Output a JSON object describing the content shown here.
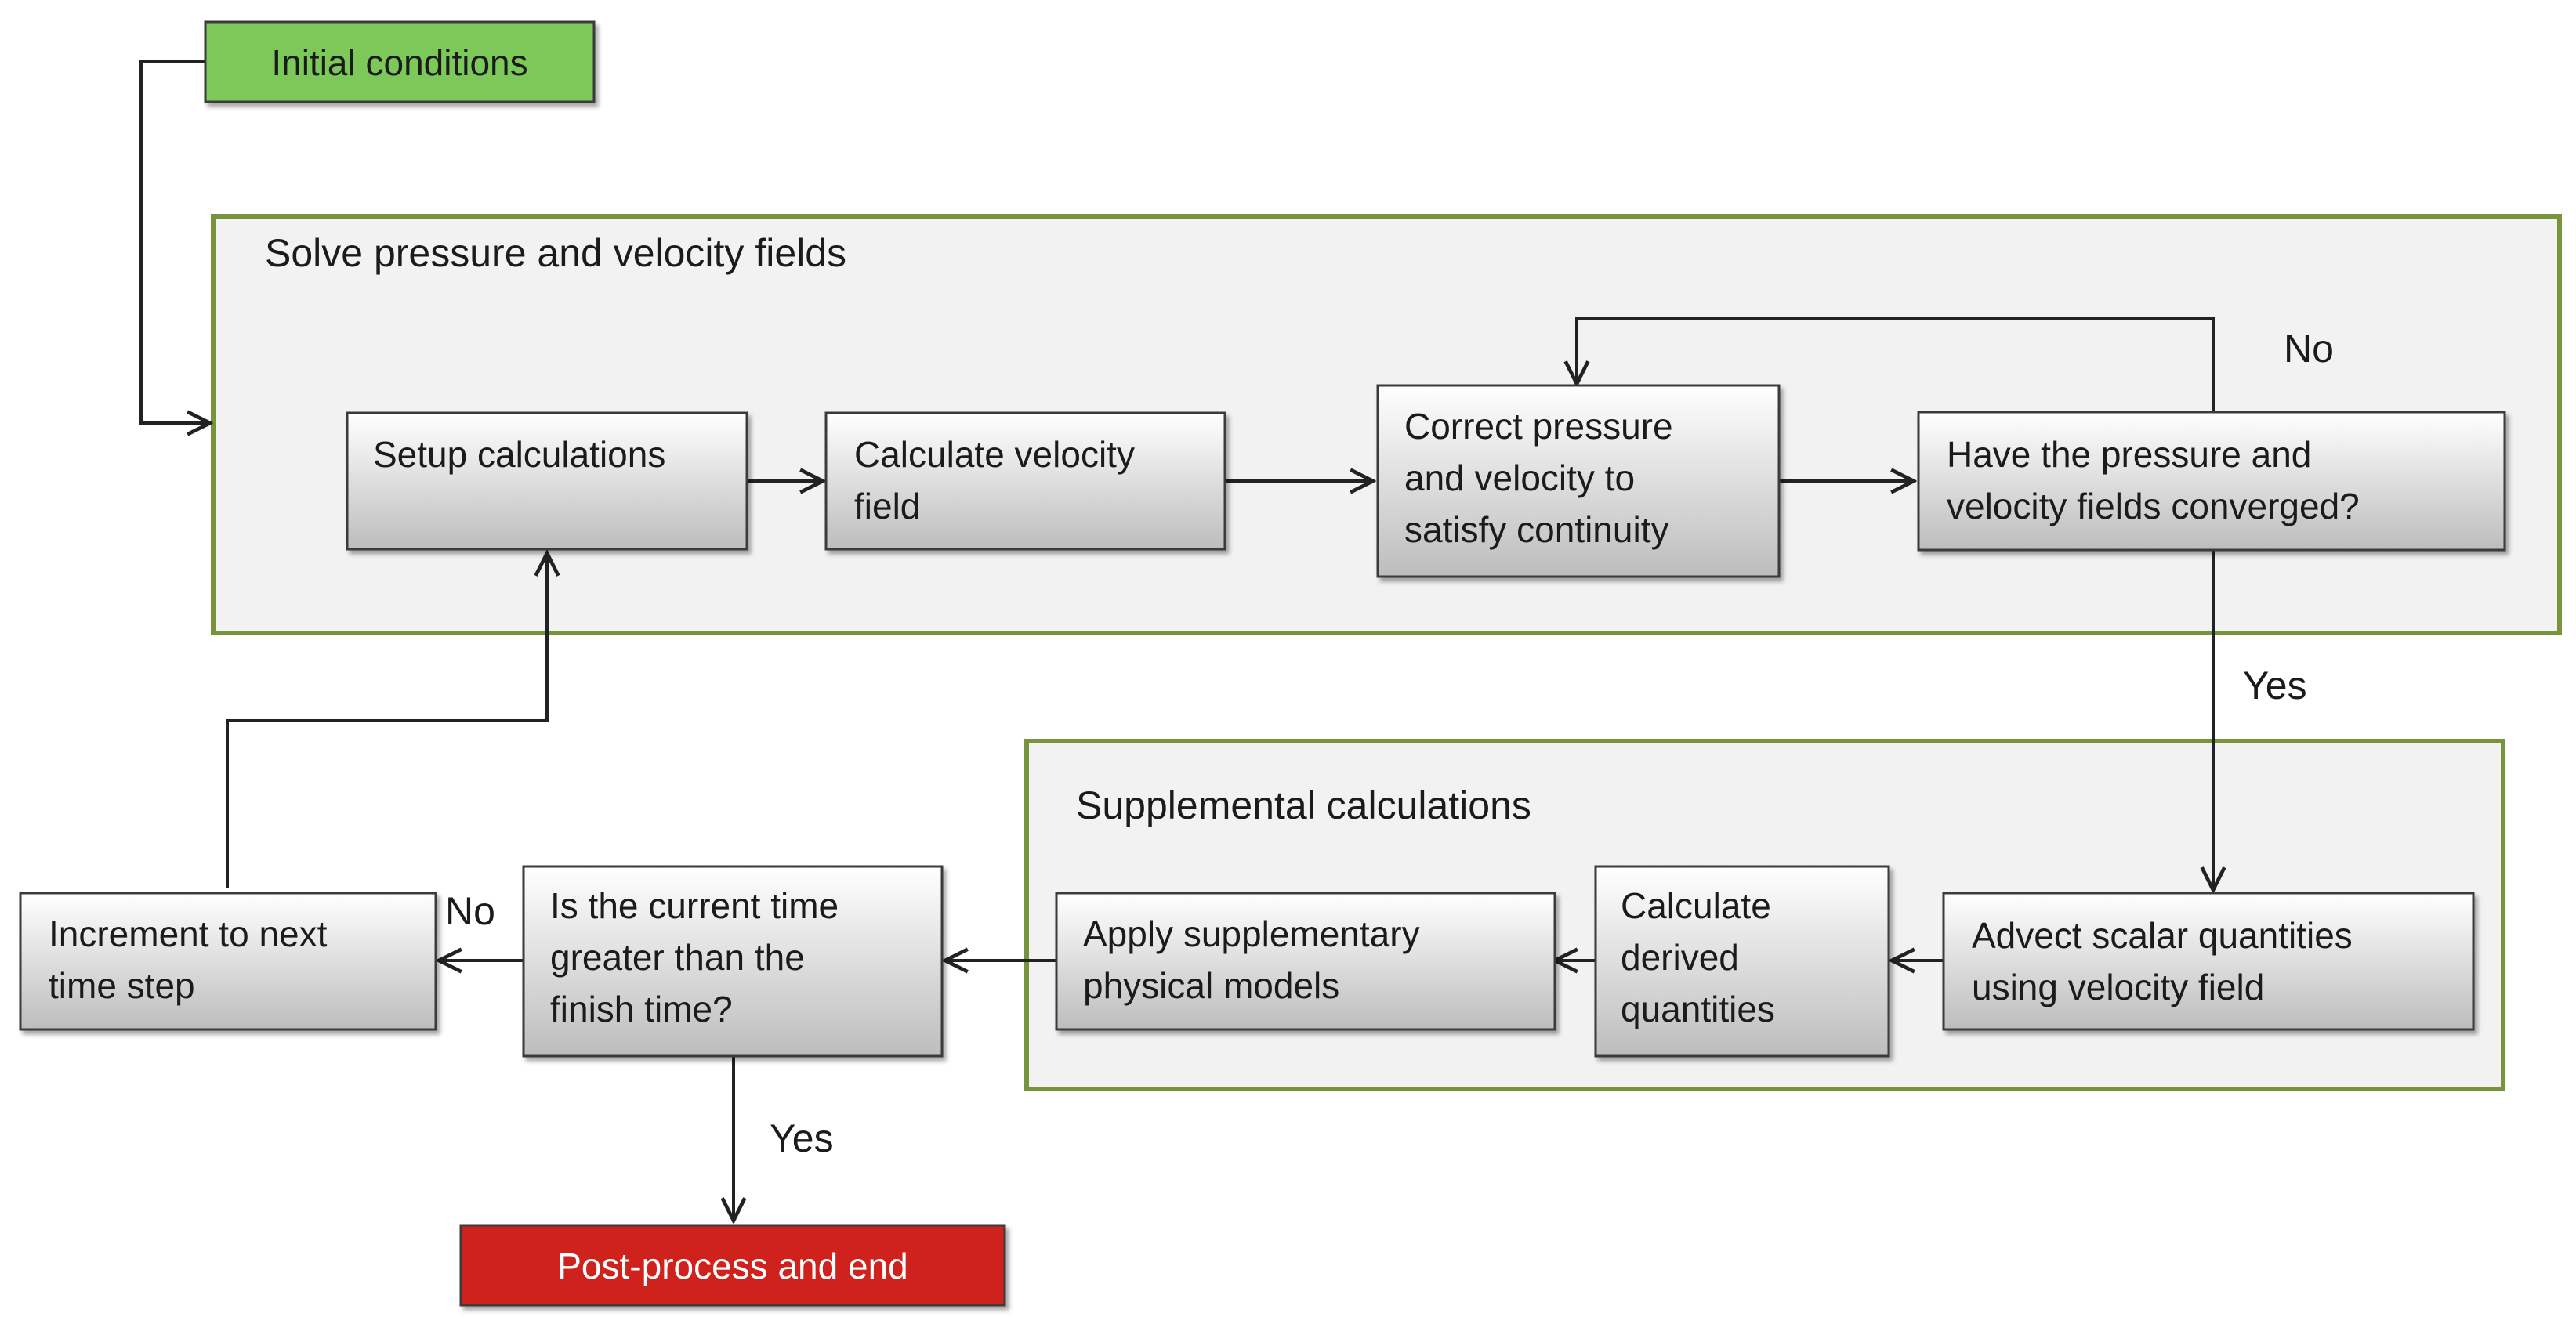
{
  "colors": {
    "group_border": "#77933c",
    "group_fill": "#f2f2f2",
    "start_fill": "#7cc95a",
    "end_fill": "#d0231b",
    "box_gradient_top": "#ffffff",
    "box_gradient_bottom": "#bdbdbd",
    "box_border": "#3a3a3a",
    "arrow": "#222222"
  },
  "groups": {
    "solve": {
      "label": "Solve pressure and velocity fields"
    },
    "supplemental": {
      "label": "Supplemental calculations"
    }
  },
  "nodes": {
    "initial_conditions": {
      "lines": [
        "Initial conditions"
      ]
    },
    "setup_calculations": {
      "lines": [
        "Setup calculations"
      ]
    },
    "calculate_velocity": {
      "lines": [
        "Calculate velocity",
        "field"
      ]
    },
    "correct_pressure": {
      "lines": [
        "Correct pressure",
        "and velocity to",
        "satisfy continuity"
      ]
    },
    "converged_question": {
      "lines": [
        "Have the pressure and",
        "velocity fields converged?"
      ]
    },
    "advect_scalar": {
      "lines": [
        "Advect scalar quantities",
        "using velocity field"
      ]
    },
    "derived_quantities": {
      "lines": [
        "Calculate",
        "derived",
        "quantities"
      ]
    },
    "supplementary_models": {
      "lines": [
        "Apply supplementary",
        "physical models"
      ]
    },
    "time_question": {
      "lines": [
        "Is the current time",
        "greater than  the",
        "finish time?"
      ]
    },
    "increment_time": {
      "lines": [
        "Increment to next",
        "time step"
      ]
    },
    "post_process": {
      "lines": [
        "Post-process and end"
      ]
    }
  },
  "edge_labels": {
    "converged_no": "No",
    "converged_yes": "Yes",
    "time_no": "No",
    "time_yes": "Yes"
  }
}
